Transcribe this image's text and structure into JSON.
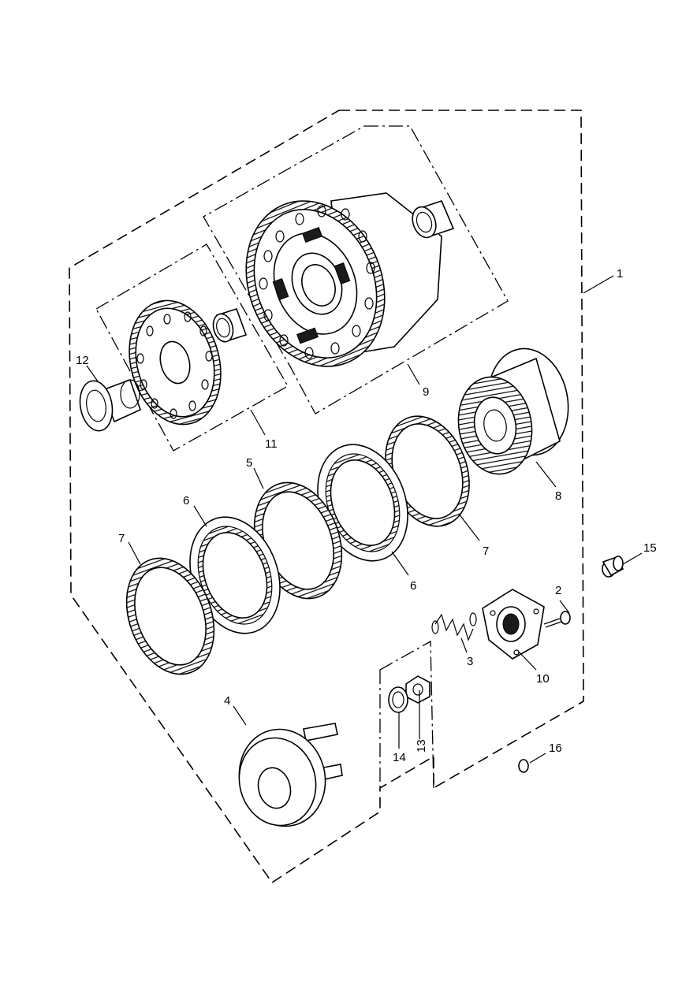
{
  "diagram": {
    "callouts": [
      {
        "id": "c1",
        "text": "1"
      },
      {
        "id": "c2",
        "text": "2"
      },
      {
        "id": "c3",
        "text": "3"
      },
      {
        "id": "c4",
        "text": "4"
      },
      {
        "id": "c5",
        "text": "5"
      },
      {
        "id": "c6a",
        "text": "6"
      },
      {
        "id": "c6b",
        "text": "6"
      },
      {
        "id": "c7a",
        "text": "7"
      },
      {
        "id": "c7b",
        "text": "7"
      },
      {
        "id": "c8",
        "text": "8"
      },
      {
        "id": "c9",
        "text": "9"
      },
      {
        "id": "c10",
        "text": "10"
      },
      {
        "id": "c11",
        "text": "11"
      },
      {
        "id": "c12",
        "text": "12"
      },
      {
        "id": "c13",
        "text": "13"
      },
      {
        "id": "c14",
        "text": "14"
      },
      {
        "id": "c15",
        "text": "15"
      },
      {
        "id": "c16",
        "text": "16"
      }
    ]
  }
}
